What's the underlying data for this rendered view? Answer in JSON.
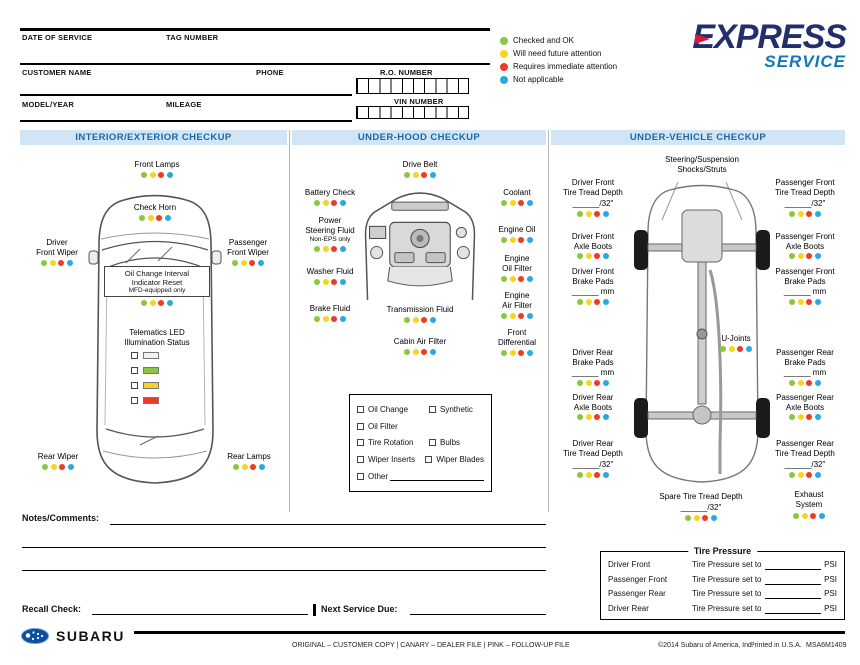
{
  "legend": [
    {
      "name": "checked-ok",
      "label": "Checked and OK",
      "color": "#8cc63e"
    },
    {
      "name": "future-attention",
      "label": "Will need future attention",
      "color": "#f6d51e"
    },
    {
      "name": "immediate-attention",
      "label": "Requires immediate attention",
      "color": "#ef3b24"
    },
    {
      "name": "not-applicable",
      "label": "Not applicable",
      "color": "#29a9e1"
    }
  ],
  "header": {
    "date_of_service": "DATE OF SERVICE",
    "tag_number": "TAG NUMBER",
    "customer_name": "CUSTOMER NAME",
    "phone": "PHONE",
    "ro_number": "R.O. NUMBER",
    "model_year": "MODEL/YEAR",
    "mileage": "MILEAGE",
    "vin_number": "VIN NUMBER"
  },
  "logo": {
    "express": "EXPRESS",
    "service": "SERVICE"
  },
  "interior": {
    "title": "INTERIOR/EXTERIOR CHECKUP",
    "front_lamps": "Front Lamps",
    "check_horn": "Check Horn",
    "driver_front_wiper": "Driver\nFront Wiper",
    "passenger_front_wiper": "Passenger\nFront Wiper",
    "oil_change_reset": "Oil Change Interval\nIndicator Reset",
    "oil_change_reset_note": "MFD-equipped only",
    "telematics": "Telematics LED\nIllumination Status",
    "telematics_leds": [
      {
        "name": "led-off",
        "color": "#f2f2f2"
      },
      {
        "name": "led-green",
        "color": "#8cc63e"
      },
      {
        "name": "led-yellow",
        "color": "#f6d51e"
      },
      {
        "name": "led-red",
        "color": "#ef3b24"
      }
    ],
    "rear_wiper": "Rear Wiper",
    "rear_lamps": "Rear Lamps"
  },
  "underhood": {
    "title": "UNDER-HOOD CHECKUP",
    "drive_belt": "Drive Belt",
    "battery_check": "Battery Check",
    "coolant": "Coolant",
    "power_steering_fluid": "Power\nSteering Fluid",
    "power_steering_note": "Non-EPS only",
    "engine_oil": "Engine Oil",
    "washer_fluid": "Washer Fluid",
    "engine_oil_filter": "Engine\nOil Filter",
    "brake_fluid": "Brake Fluid",
    "engine_air_filter": "Engine\nAir Filter",
    "transmission_fluid": "Transmission Fluid",
    "front_differential": "Front\nDifferential",
    "cabin_air_filter": "Cabin Air Filter",
    "services": {
      "oil_change": "Oil Change",
      "synthetic": "Synthetic",
      "oil_filter": "Oil Filter",
      "tire_rotation": "Tire Rotation",
      "bulbs": "Bulbs",
      "wiper_inserts": "Wiper Inserts",
      "wiper_blades": "Wiper Blades",
      "other": "Other"
    }
  },
  "undervehicle": {
    "title": "UNDER-VEHICLE CHECKUP",
    "steering_suspension": "Steering/Suspension\nShocks/Struts",
    "driver_front_tread": "Driver Front\nTire Tread Depth",
    "driver_front_tread_blank": "______/32\"",
    "passenger_front_tread": "Passenger Front\nTire Tread Depth",
    "passenger_front_tread_blank": "______/32\"",
    "driver_front_axle": "Driver Front\nAxle Boots",
    "passenger_front_axle": "Passenger Front\nAxle Boots",
    "driver_front_brake": "Driver Front\nBrake Pads",
    "driver_front_brake_blank": "______ mm",
    "passenger_front_brake": "Passenger Front\nBrake Pads",
    "passenger_front_brake_blank": "______ mm",
    "u_joints": "U-Joints",
    "driver_rear_brake": "Driver Rear\nBrake Pads",
    "driver_rear_brake_blank": "______ mm",
    "passenger_rear_brake": "Passenger Rear\nBrake Pads",
    "passenger_rear_brake_blank": "______ mm",
    "driver_rear_axle": "Driver Rear\nAxle Boots",
    "passenger_rear_axle": "Passenger Rear\nAxle Boots",
    "driver_rear_tread": "Driver Rear\nTire Tread Depth",
    "driver_rear_tread_blank": "______/32\"",
    "passenger_rear_tread": "Passenger Rear\nTire Tread Depth",
    "passenger_rear_tread_blank": "______/32\"",
    "spare_tread": "Spare Tire Tread Depth",
    "spare_tread_blank": "______/32\"",
    "exhaust_system": "Exhaust\nSystem",
    "tire_pressure": {
      "title": "Tire Pressure",
      "set_to": "Tire Pressure set to",
      "psi": "PSI",
      "rows": [
        "Driver Front",
        "Passenger Front",
        "Passenger Rear",
        "Driver Rear"
      ]
    }
  },
  "footer": {
    "notes_label": "Notes/Comments:",
    "recall_label": "Recall Check:",
    "next_service_label": "Next Service Due:",
    "subaru": "SUBARU",
    "copies": "ORIGINAL – CUSTOMER COPY   |   CANARY – DEALER FILE   |   PINK – FOLLOW-UP FILE",
    "copyright": "©2014 Subaru of America, Inc.",
    "printed": "Printed in U.S.A.",
    "form_code": "MSA6M1409"
  }
}
